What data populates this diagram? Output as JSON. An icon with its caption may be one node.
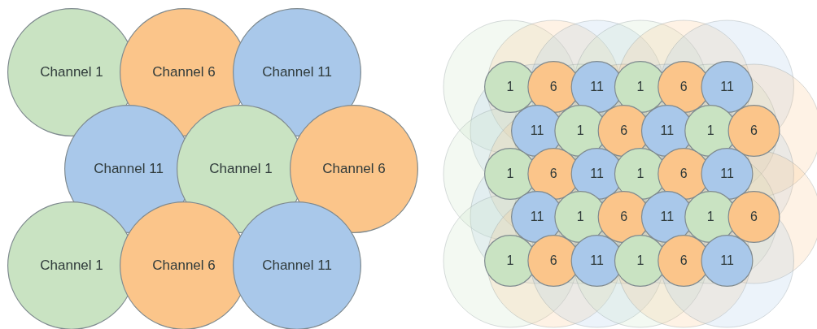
{
  "diagram": {
    "nodes": [
      {
        "text": [
          "Channel 1"
        ]
      },
      {
        "text": [
          "Channel 6"
        ]
      },
      {
        "text": [
          "Channel 11"
        ]
      },
      {
        "text": [
          "Channel 11"
        ]
      },
      {
        "text": [
          "Channel 1"
        ]
      },
      {
        "text": [
          "Channel 6"
        ]
      },
      {
        "text": [
          "Channel 1"
        ]
      },
      {
        "text": [
          "Channel 6"
        ]
      },
      {
        "text": [
          "Channel 11"
        ]
      },
      {
        "text": [
          "1"
        ]
      },
      {
        "text": [
          "6"
        ]
      },
      {
        "text": [
          "11"
        ]
      },
      {
        "text": [
          "1"
        ]
      },
      {
        "text": [
          "6"
        ]
      },
      {
        "text": [
          "11"
        ]
      },
      {
        "text": [
          "11"
        ]
      },
      {
        "text": [
          "1"
        ]
      },
      {
        "text": [
          "6"
        ]
      },
      {
        "text": [
          "11"
        ]
      },
      {
        "text": [
          "1"
        ]
      },
      {
        "text": [
          "6"
        ]
      },
      {
        "text": [
          "1"
        ]
      },
      {
        "text": [
          "6"
        ]
      },
      {
        "text": [
          "11"
        ]
      },
      {
        "text": [
          "1"
        ]
      },
      {
        "text": [
          "6"
        ]
      },
      {
        "text": [
          "11"
        ]
      },
      {
        "text": [
          "11"
        ]
      },
      {
        "text": [
          "1"
        ]
      },
      {
        "text": [
          "6"
        ]
      },
      {
        "text": [
          "11"
        ]
      },
      {
        "text": [
          "1"
        ]
      },
      {
        "text": [
          "6"
        ]
      },
      {
        "text": [
          "1"
        ]
      },
      {
        "text": [
          "6"
        ]
      },
      {
        "text": [
          "11"
        ]
      },
      {
        "text": [
          "1"
        ]
      },
      {
        "text": [
          "6"
        ]
      },
      {
        "text": [
          "11"
        ]
      }
    ]
  }
}
